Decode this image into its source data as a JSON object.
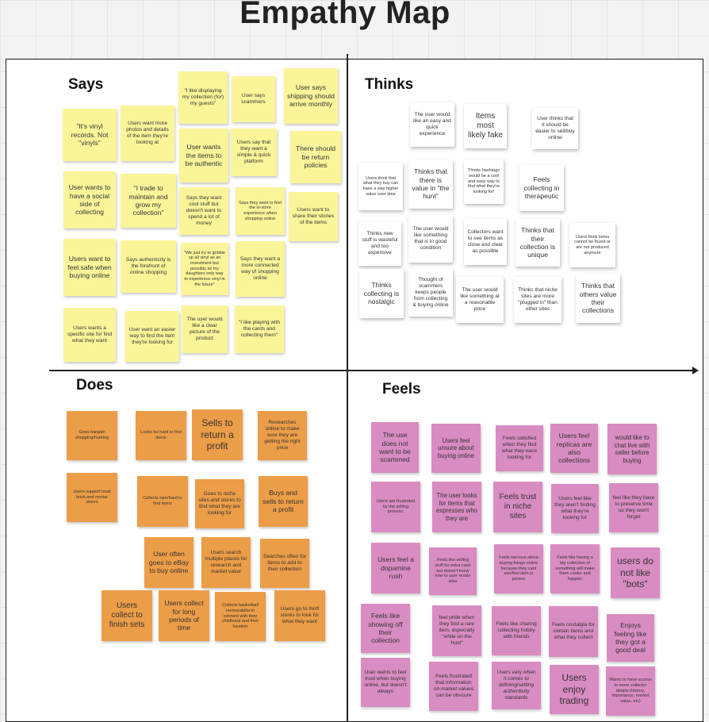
{
  "title": "Empathy Map",
  "quadrants": {
    "says": "Says",
    "thinks": "Thinks",
    "does": "Does",
    "feels": "Feels"
  },
  "says": [
    "\"It's vinyl records. Not \"vinyls\"",
    "Users want more photos and details of the item they're looking at",
    "\"I like displaying my collection (for) my guests\"",
    "User says scammers",
    "User says shipping should arrive monthly",
    "User wants the items to be authentic",
    "Users say that they want a simple & quick platform",
    "There should be return policies",
    "User wants to have a social side of collecting",
    "\"I trade to maintain and grow my collection\"",
    "Says they want cool stuff but doesn't want to spend a lot of money",
    "Says they want to feel the in-store experience when shopping online",
    "Users want to share their stories of the items",
    "Users want to feel safe when buying online",
    "Says authenticity is the forefront of online shopping",
    "\"We just try to gobble up all vinyl as an investment but possibly as my daughters only way to experience vinyl in the future\"",
    "Says they want a more connected way of shopping online",
    "Users wants a specific site for find what they want",
    "User want an easier way to find the item they're looking for",
    "The user would like a clear picture of the product",
    "\"I like playing with the cards and collecting them\""
  ],
  "thinks": [
    "The user would like an easy and quick experience",
    "Items most likely fake",
    "User thinks that it should be easier to sell/buy online",
    "Users think that what they buy can have a way higher value over time",
    "Thinks that there is value in \"the hunt\"",
    "Thinks hashtags would be a cool and easy way to find what they're looking for!",
    "Feels collecting in therapeutic",
    "Thinks new stuff is wasteful and too expensive",
    "The user would like something that is in good condition",
    "Collectors want to see items as close and clear as possible",
    "Thinks that their collection is unique",
    "Users think items cannot be found or are not produced anymore",
    "Thinks collecting is nostalgic",
    "Thought of scammers keeps people from collecting & buying online",
    "The user would like something at a reasonable price",
    "Thinks that niche sites are more \"plugged in\" than other sites",
    "Thinks that others value their collections"
  ],
  "does": [
    "Goes bargain shopping/hunting",
    "Looks for hard to find items",
    "Sells to return a profit",
    "Researches online to make sure they are getting the right price",
    "Users support local brick and mortar stores",
    "Collects rare/hard to find items",
    "Goes to niche sites and stores to find what they are looking for",
    "Buys and sells to return a profit",
    "User often goes to eBay to buy online",
    "Users search multiple places for research and market value",
    "Searches often for items to add to their collection",
    "Users collect to finish sets",
    "Users collect for long periods of time",
    "Collects basketball memorabilia to connect with their childhood and their location",
    "Users go to thrift stores to look for what they want"
  ],
  "feels": [
    "The use does not want to be scammed",
    "Users feel unsure about buying online",
    "Feels satisfied when they find what they were looking for",
    "Users feel replicas are also collections",
    "would like to chat live with seller before buying",
    "Users are frustrated by the selling process.",
    "The user looks for items that expresses who they are",
    "Feels trust in niche sites",
    "Users feel like they aren't finding what they're looking for",
    "feel like they have to preserve time so they won't forget",
    "Users feel a dopamine rush",
    "Feels like selling stuff for extra cash but doesn't know how to user resale sites",
    "Feels nervous about buying things online because they cant see/feel item in person",
    "Feels like having a big collection of something will make them cooler and happier",
    "users do not like \"bots\"",
    "Feels like showing off their collection",
    "feel pride when they find a rare item, especially \"while on the hunt\"",
    "Feels like sharing collecting hobby with friends",
    "Feels nostalgia for certain items and what they collect",
    "Enjoys feeling like they got a good deal",
    "User wants to feel trust when buying online, but doesn't always",
    "Feels frustrated that information on market values can be obscure",
    "Users vary when it comes to defining/setting authenticity standards",
    "Users enjoy trading",
    "Wants to have access to more collector details (history, importance, market value, etc)"
  ]
}
